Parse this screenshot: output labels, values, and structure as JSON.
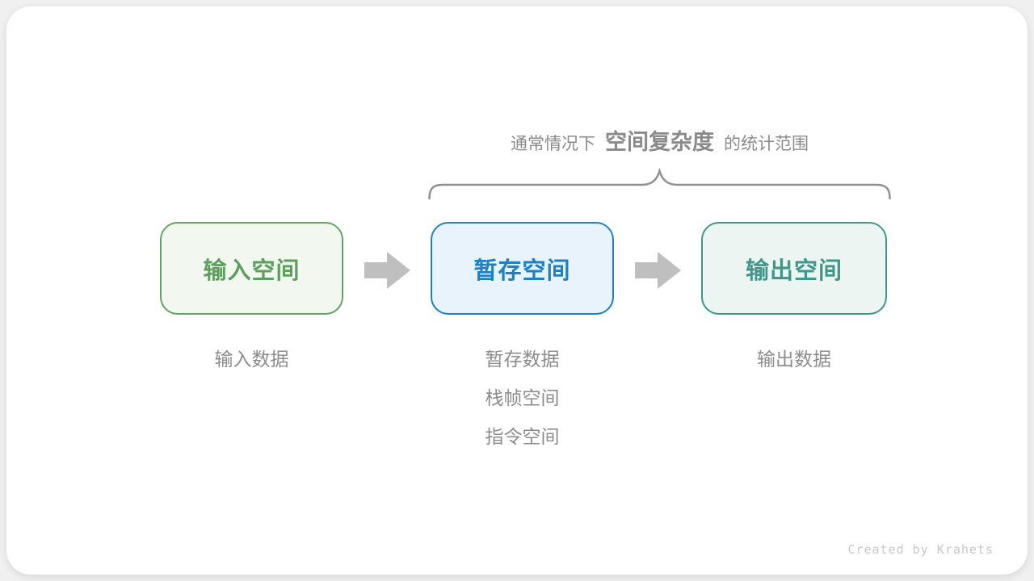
{
  "page": {
    "background_color": "#f0f0f0",
    "card_color": "#ffffff"
  },
  "annotation": {
    "prefix": "通常情况下",
    "highlight": "空间复杂度",
    "suffix": "的统计范围",
    "text_color": "#8a8a8a",
    "brace_color": "#8f8f8f"
  },
  "flow": {
    "arrow_color": "#bfbfbf",
    "nodes": [
      {
        "id": "input-space",
        "label": "输入空间",
        "border_color": "#63a663",
        "text_color": "#5ca05e",
        "fill_color": "#f2f8f0"
      },
      {
        "id": "temp-space",
        "label": "暂存空间",
        "border_color": "#1e80c8",
        "text_color": "#1e80c8",
        "fill_color": "#e9f3fb"
      },
      {
        "id": "output-space",
        "label": "输出空间",
        "border_color": "#40988b",
        "text_color": "#40988b",
        "fill_color": "#edf5f2"
      }
    ]
  },
  "notes": {
    "text_color": "#8c8c8c",
    "input": [
      "输入数据"
    ],
    "temp": [
      "暂存数据",
      "栈帧空间",
      "指令空间"
    ],
    "output": [
      "输出数据"
    ]
  },
  "footer": {
    "credit": "Created by Krahets",
    "text_color": "#c8c8c8"
  }
}
